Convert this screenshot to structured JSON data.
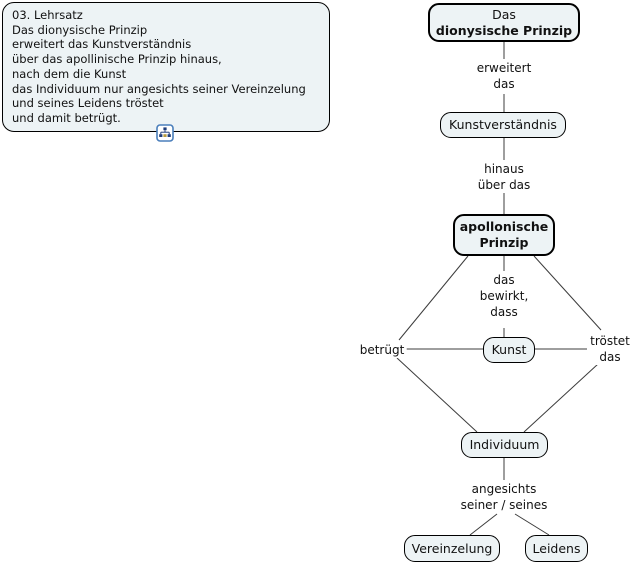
{
  "annotation": {
    "lines": [
      "03. Lehrsatz",
      "Das dionysische Prinzip",
      "erweitert das Kunstverständnis",
      "über das apollinische Prinzip hinaus,",
      "nach dem die Kunst",
      "das Individuum nur angesichts seiner Vereinzelung",
      "und seines Leidens tröstet",
      "und damit betrügt."
    ],
    "icon": "concept-map-icon"
  },
  "nodes": {
    "dionysisch_line1": "Das",
    "dionysisch_line2": "dionysische Prinzip",
    "kunstverstaendnis": "Kunstverständnis",
    "apollonisch_line1": "apollonische",
    "apollonisch_line2": "Prinzip",
    "kunst": "Kunst",
    "individuum": "Individuum",
    "vereinzelung": "Vereinzelung",
    "leidens": "Leidens"
  },
  "links": {
    "erweitert": "erweitert\ndas",
    "hinaus": "hinaus\nüber das",
    "bewirkt": "das\nbewirkt,\ndass",
    "betruegt": "betrügt",
    "troestet": "tröstet\ndas",
    "angesichts": "angesichts\nseiner / seines"
  },
  "colors": {
    "bg": "#ffffff",
    "node_fill": "#edf3f5",
    "node_border": "#000000",
    "line_color": "#3c3c3c",
    "icon_border": "#4a7ebb",
    "icon_glyph": "#1f3d7a"
  }
}
